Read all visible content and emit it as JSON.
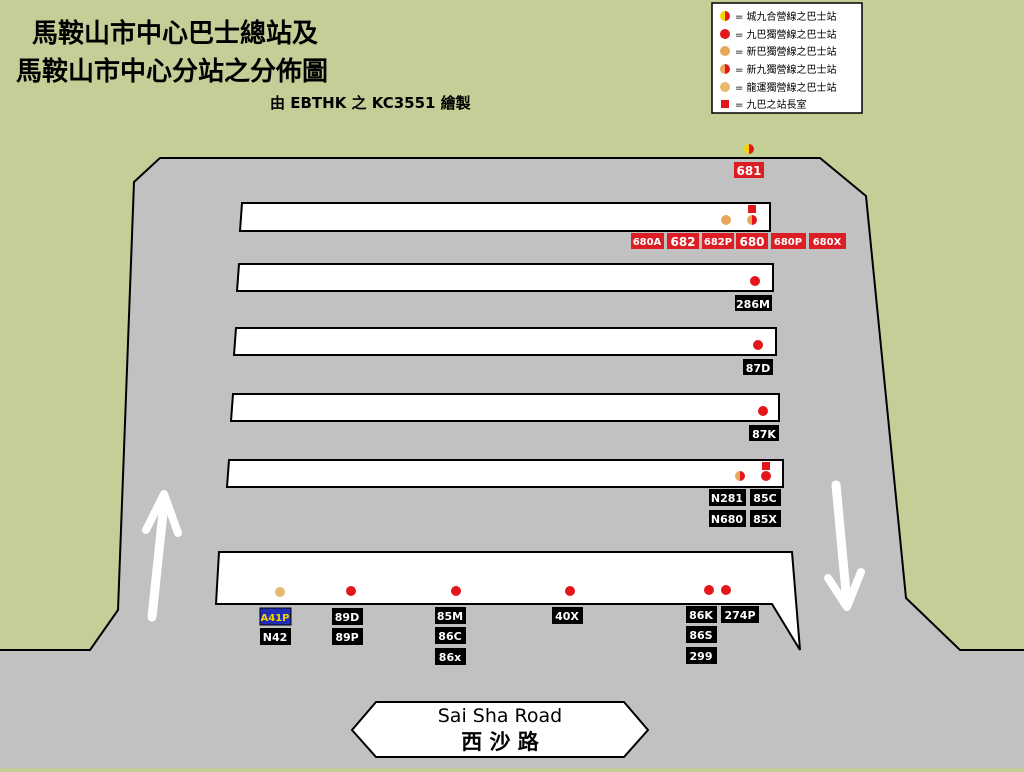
{
  "title": {
    "line1": "馬鞍山市中心巴士總站及",
    "line2": "馬鞍山市中心分站之分佈圖",
    "credit": "由 EBTHK 之 KC3551 繪製"
  },
  "colors": {
    "grass": "#c3cf97",
    "road": "#c1c1c1",
    "platform": "#ffffff",
    "kmb": "#e3161b",
    "citybus_yellow": "#f5d400",
    "nwfb": "#e8a85c",
    "longwin": "#e8b870",
    "label_red": "#dc1e24",
    "label_black": "#000000",
    "label_blue": "#1f2eb5"
  },
  "legend": [
    {
      "text": "= 城九合營線之巴士站",
      "icon": "half-yellow-red-dot-icon"
    },
    {
      "text": "= 九巴獨營線之巴士站",
      "icon": "red-dot-icon"
    },
    {
      "text": "= 新巴獨營線之巴士站",
      "icon": "orange-dot-icon"
    },
    {
      "text": "= 新九獨營線之巴士站",
      "icon": "half-orange-red-dot-icon"
    },
    {
      "text": "= 龍運獨營線之巴士站",
      "icon": "tan-dot-icon"
    },
    {
      "text": "= 九巴之站長室",
      "icon": "red-square-icon"
    }
  ],
  "routes": {
    "r681": "681",
    "r680A": "680A",
    "r682": "682",
    "r682P": "682P",
    "r680": "680",
    "r680P": "680P",
    "r680X": "680X",
    "r286M": "286M",
    "r87D": "87D",
    "r87K": "87K",
    "rN281": "N281",
    "r85C": "85C",
    "rN680": "N680",
    "r85X": "85X",
    "rA41P": "A41P",
    "rN42": "N42",
    "r89D": "89D",
    "r89P": "89P",
    "r85M": "85M",
    "r86C": "86C",
    "r86X": "86x",
    "r40X": "40X",
    "r86K": "86K",
    "r274P": "274P",
    "r86S": "86S",
    "r299": "299"
  },
  "road_sign": {
    "en": "Sai Sha Road",
    "zh": "西 沙 路"
  }
}
